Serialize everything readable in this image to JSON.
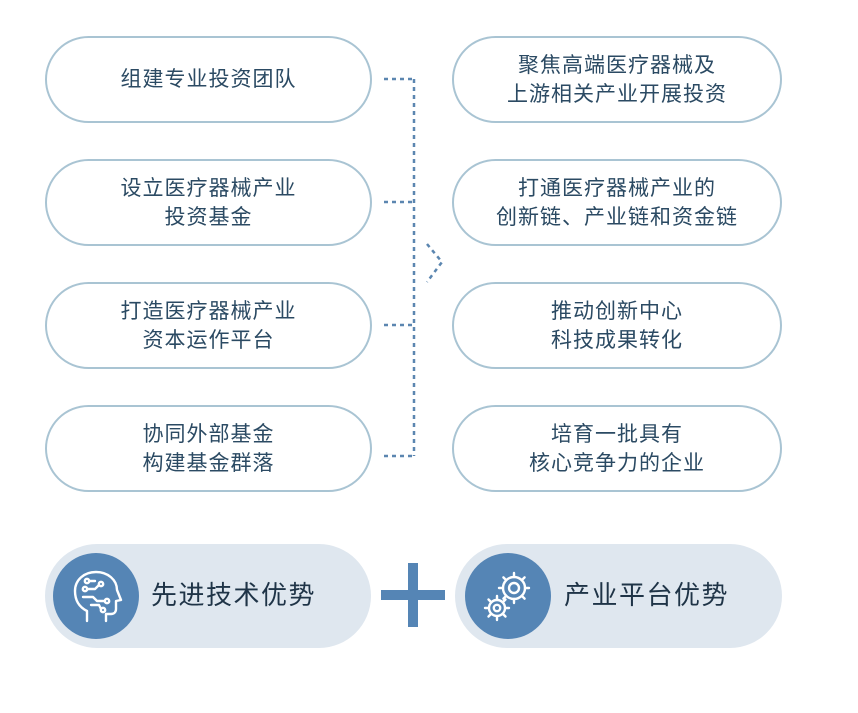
{
  "left_items": [
    {
      "lines": [
        "组建专业投资团队"
      ]
    },
    {
      "lines": [
        "设立医疗器械产业",
        "投资基金"
      ]
    },
    {
      "lines": [
        "打造医疗器械产业",
        "资本运作平台"
      ]
    },
    {
      "lines": [
        "协同外部基金",
        "构建基金群落"
      ]
    }
  ],
  "right_items": [
    {
      "lines": [
        "聚焦高端医疗器械及",
        "上游相关产业开展投资"
      ]
    },
    {
      "lines": [
        "打通医疗器械产业的",
        "创新链、产业链和资金链"
      ]
    },
    {
      "lines": [
        "推动创新中心",
        "科技成果转化"
      ]
    },
    {
      "lines": [
        "培育一批具有",
        "核心竞争力的企业"
      ]
    }
  ],
  "advantages": {
    "left": {
      "label": "先进技术优势",
      "icon": "ai-head-icon"
    },
    "right": {
      "label": "产业平台优势",
      "icon": "gears-icon"
    }
  },
  "colors": {
    "pill_border": "#a9c4d3",
    "text": "#2b4a63",
    "connector": "#5b86b0",
    "accent": "#5585b5",
    "advantage_bg": "#dfe7ef"
  }
}
